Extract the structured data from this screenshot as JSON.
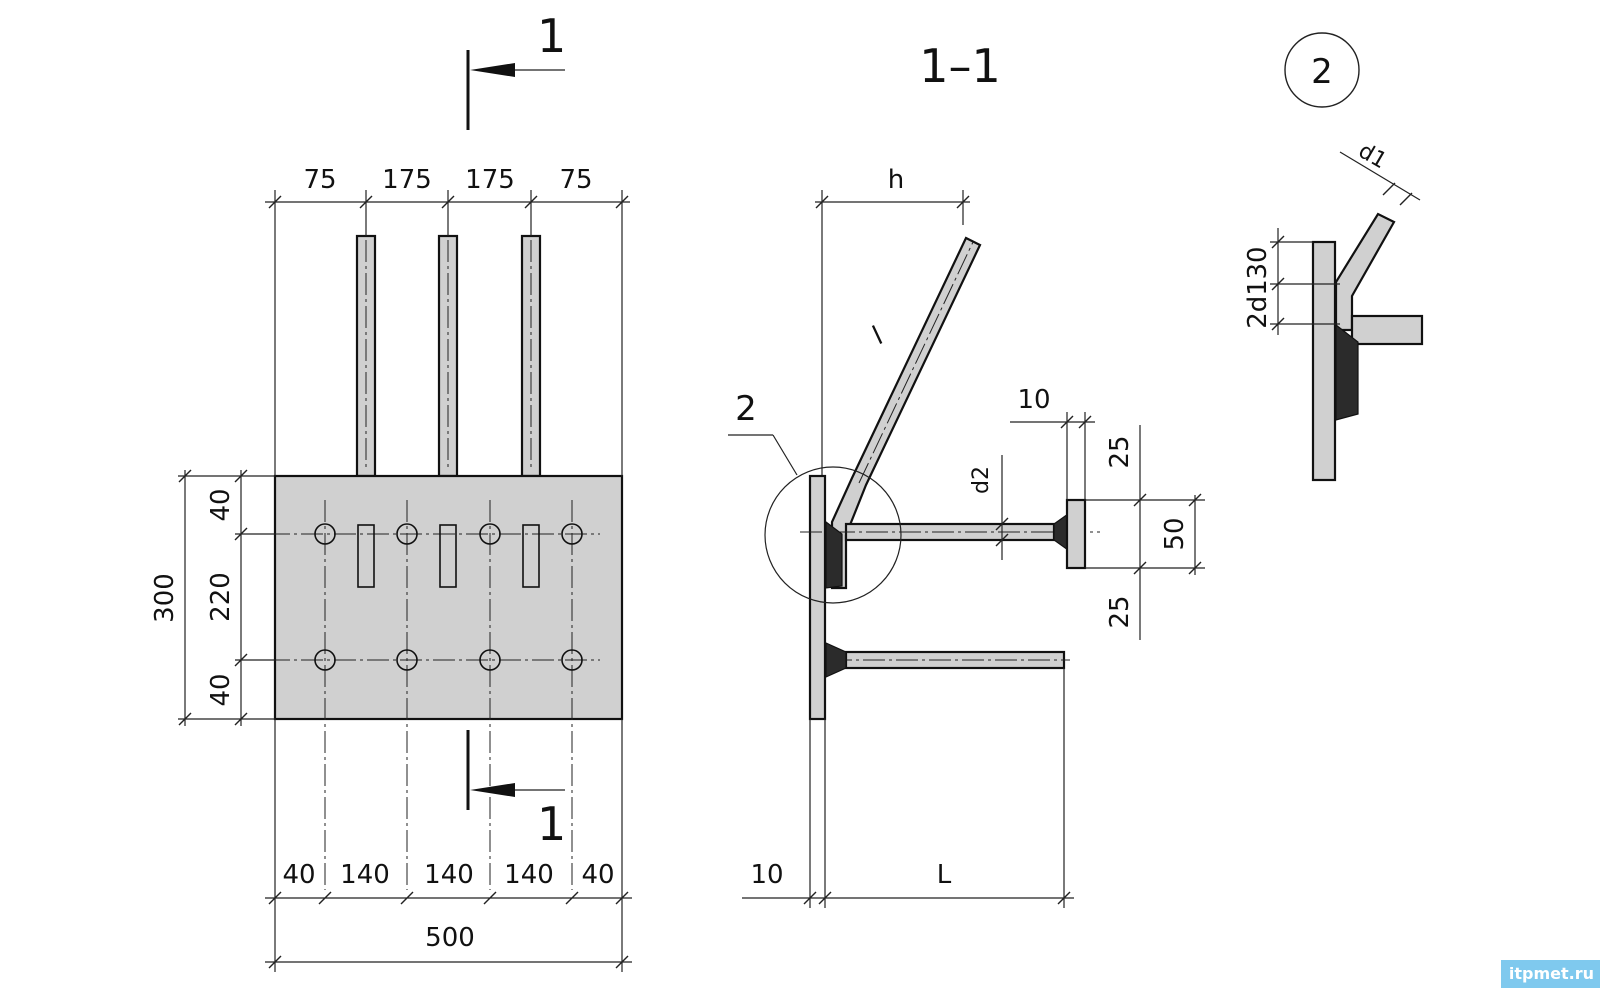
{
  "front_view": {
    "section_mark_top": "1",
    "section_mark_bottom": "1",
    "top_dims": [
      "75",
      "175",
      "175",
      "75"
    ],
    "left_outer_dim": "300",
    "left_inner_dims": [
      "40",
      "220",
      "40"
    ],
    "bottom_dims": [
      "40",
      "140",
      "140",
      "140",
      "40"
    ],
    "overall_width": "500"
  },
  "section_view": {
    "title": "1–1",
    "dim_h": "h",
    "anchor_length_label": "l",
    "detail_callout": "2",
    "dim_plate_thickness": "10",
    "dim_flange_thickness": "10",
    "dim_d2": "d2",
    "dims_vertical": [
      "25",
      "50",
      "25"
    ],
    "dim_L": "L"
  },
  "detail_view": {
    "callout": "2",
    "dim_d1": "d1",
    "dim_30": "30",
    "dim_2d1": "2d1"
  },
  "watermark": "itpmet.ru"
}
